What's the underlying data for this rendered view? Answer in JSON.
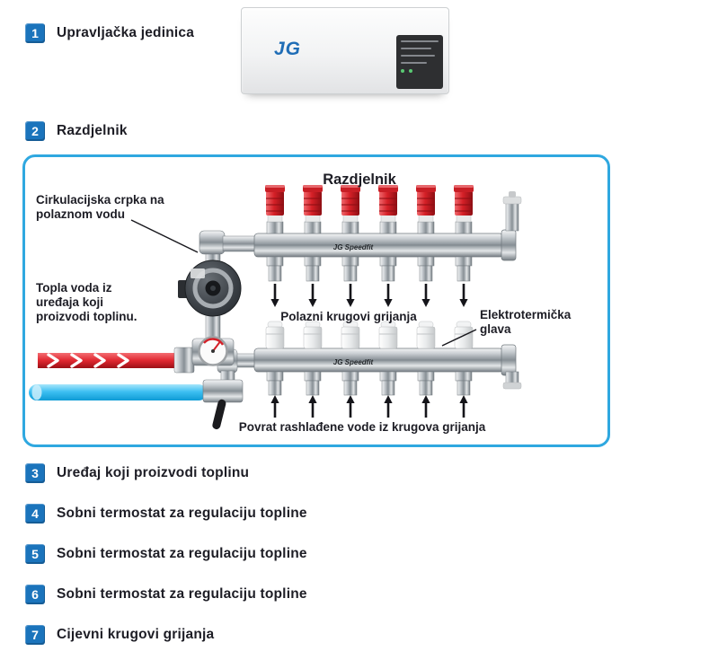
{
  "colors": {
    "badge_blue": "#1b74bc",
    "diagram_border_blue": "#2fa8e0",
    "text_dark": "#1d1d25",
    "pipe_red": "#e02730",
    "pipe_blue": "#3ec0f2",
    "meter_red": "#c81e25"
  },
  "items": [
    {
      "num": "1",
      "label": "Upravljačka jedinica"
    },
    {
      "num": "2",
      "label": "Razdjelnik"
    },
    {
      "num": "3",
      "label": "Uređaj koji proizvodi toplinu"
    },
    {
      "num": "4",
      "label": "Sobni termostat za regulaciju topline"
    },
    {
      "num": "5",
      "label": "Sobni termostat za regulaciju topline"
    },
    {
      "num": "6",
      "label": "Sobni termostat za regulaciju topline"
    },
    {
      "num": "7",
      "label": "Cijevni krugovi grijanja"
    }
  ],
  "control_unit": {
    "logo": "JG"
  },
  "diagram": {
    "title": "Razdjelnik",
    "brand": "JG Speedfit",
    "labels": {
      "pump": "Cirkulacijska crpka na\npolaznom vodu",
      "hot_water": "Topla voda iz\nuređaja koji\nproizvodi toplinu.",
      "supply_circuits": "Polazni krugovi grijanja",
      "thermo_head": "Elektrotermička\nglava",
      "return_flow": "Povrat rashlađene vode iz krugova grijanja"
    }
  }
}
